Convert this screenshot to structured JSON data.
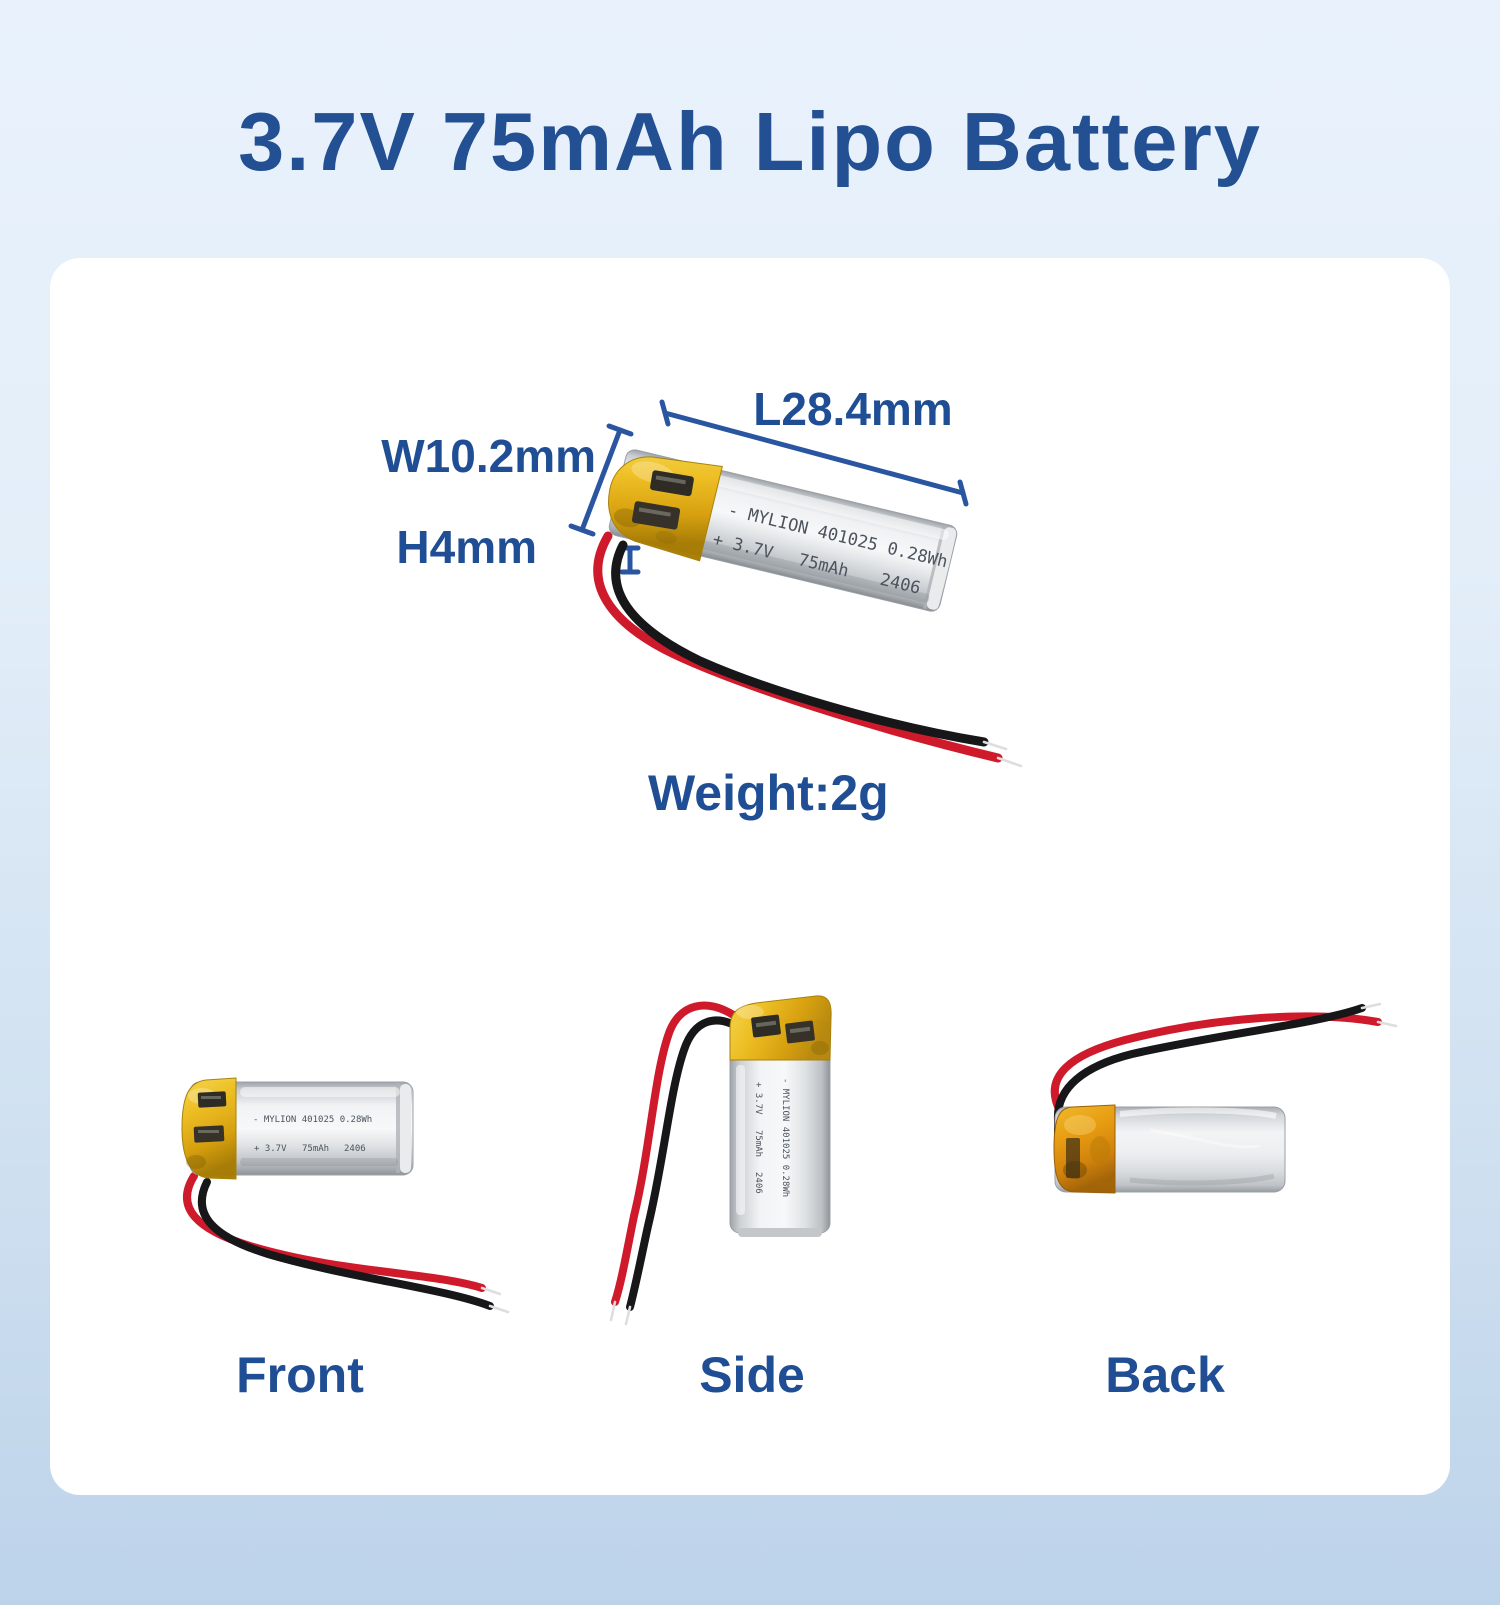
{
  "header": {
    "title": "3.7V 75mAh Lipo Battery"
  },
  "annotations": {
    "length": "L28.4mm",
    "width": "W10.2mm",
    "height": "H4mm",
    "weight": "Weight:2g"
  },
  "battery_print": {
    "brand_line": "- MYLION 401025 0.28Wh",
    "voltage": "+ 3.7V",
    "capacity": "75mAh",
    "batch_code": "2406"
  },
  "views": {
    "front": "Front",
    "side": "Side",
    "back": "Back"
  },
  "colors": {
    "accent_blue": "#1f4e94",
    "background_top": "#e9f2fc",
    "background_bottom": "#bdd3ea",
    "card": "#ffffff",
    "tape_yellow": "#e8b517",
    "tape_orange": "#e59d0e",
    "body_silver": "#dcdfe2",
    "wire_red": "#cf1a2c",
    "wire_black": "#17171a",
    "print_text": "#4b535c"
  }
}
